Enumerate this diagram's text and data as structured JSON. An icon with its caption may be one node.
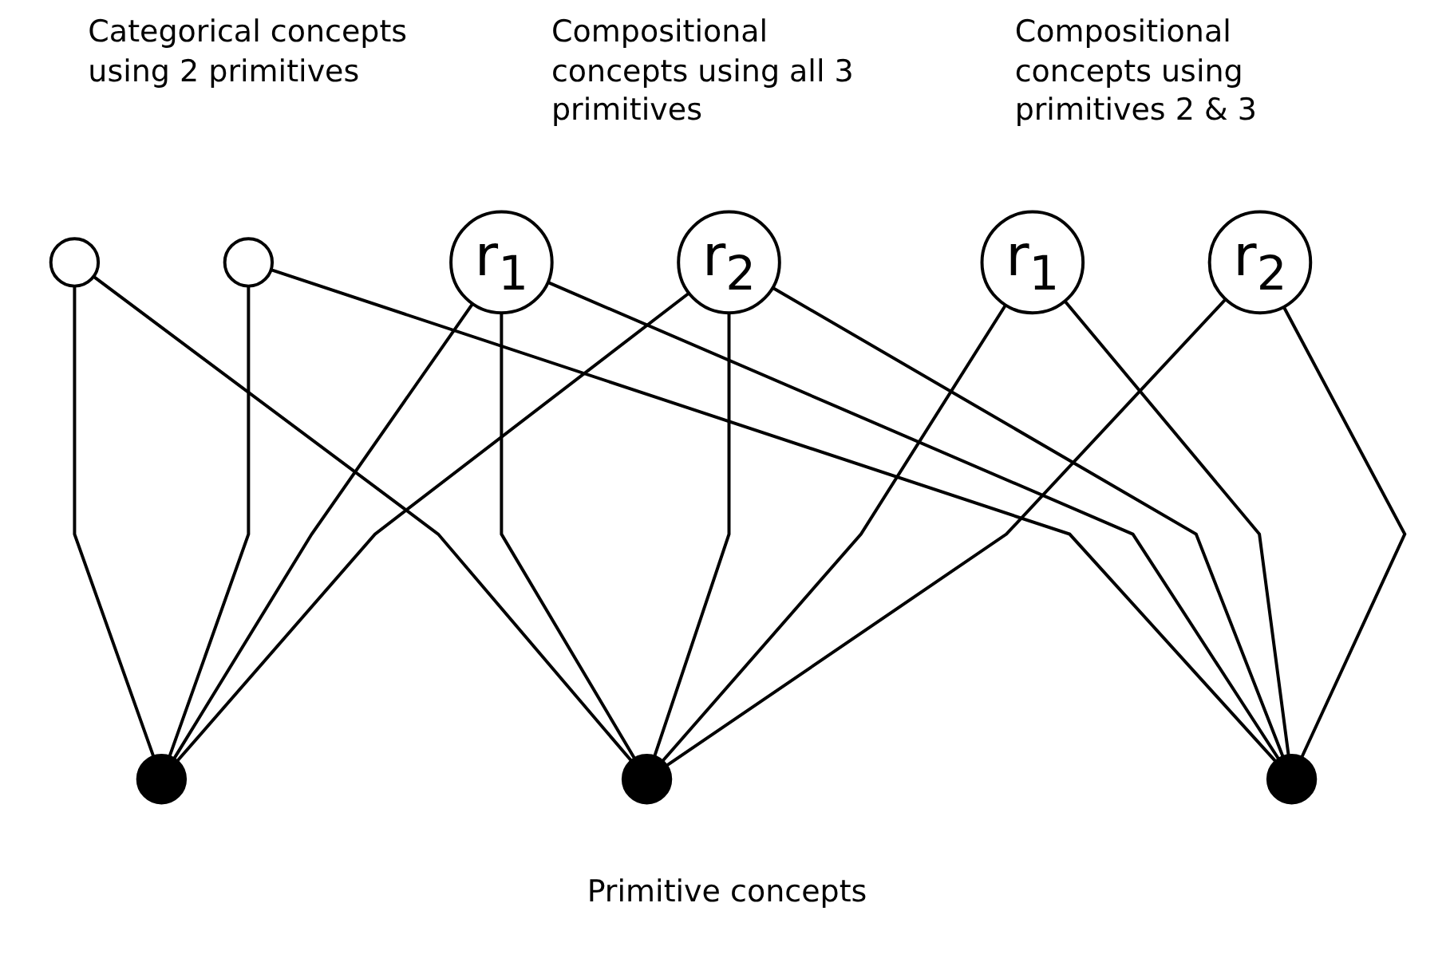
{
  "diagram": {
    "nodes": [
      {
        "text": [],
        "shape": "circle"
      },
      {
        "text": [],
        "shape": "circle"
      },
      {
        "text": [
          "r$_{1}$"
        ]
      },
      {
        "text": [
          "r$_{2}$"
        ]
      },
      {
        "text": [
          "r$_{1}$"
        ]
      },
      {
        "text": [
          "r$_{2}$"
        ]
      },
      {
        "text": [],
        "shape": "circle"
      },
      {
        "text": [],
        "shape": "circle"
      },
      {
        "text": [],
        "shape": "circle"
      }
    ],
    "edges": [
      {
        "from": 0,
        "to": 6,
        "arrow": "none"
      },
      {
        "from": 0,
        "to": 7,
        "arrow": "none"
      },
      {
        "from": 1,
        "to": 6,
        "arrow": "none"
      },
      {
        "from": 1,
        "to": 8,
        "arrow": "none"
      },
      {
        "from": 2,
        "to": 6,
        "arrow": "none"
      },
      {
        "from": 2,
        "to": 7,
        "arrow": "none"
      },
      {
        "from": 2,
        "to": 8,
        "arrow": "none"
      },
      {
        "from": 3,
        "to": 6,
        "arrow": "none"
      },
      {
        "from": 3,
        "to": 7,
        "arrow": "none"
      },
      {
        "from": 3,
        "to": 8,
        "arrow": "none"
      },
      {
        "from": 4,
        "to": 7,
        "arrow": "none"
      },
      {
        "from": 4,
        "to": 8,
        "arrow": "none"
      },
      {
        "from": 5,
        "to": 7,
        "arrow": "none"
      },
      {
        "from": 5,
        "to": 8,
        "arrow": "none"
      }
    ],
    "labels": [
      "Categorical concepts using 2 primitives",
      "Compositional concepts using all 3 primitives",
      "Compositional concepts using primitives 2 & 3",
      "Primitive concepts"
    ]
  }
}
